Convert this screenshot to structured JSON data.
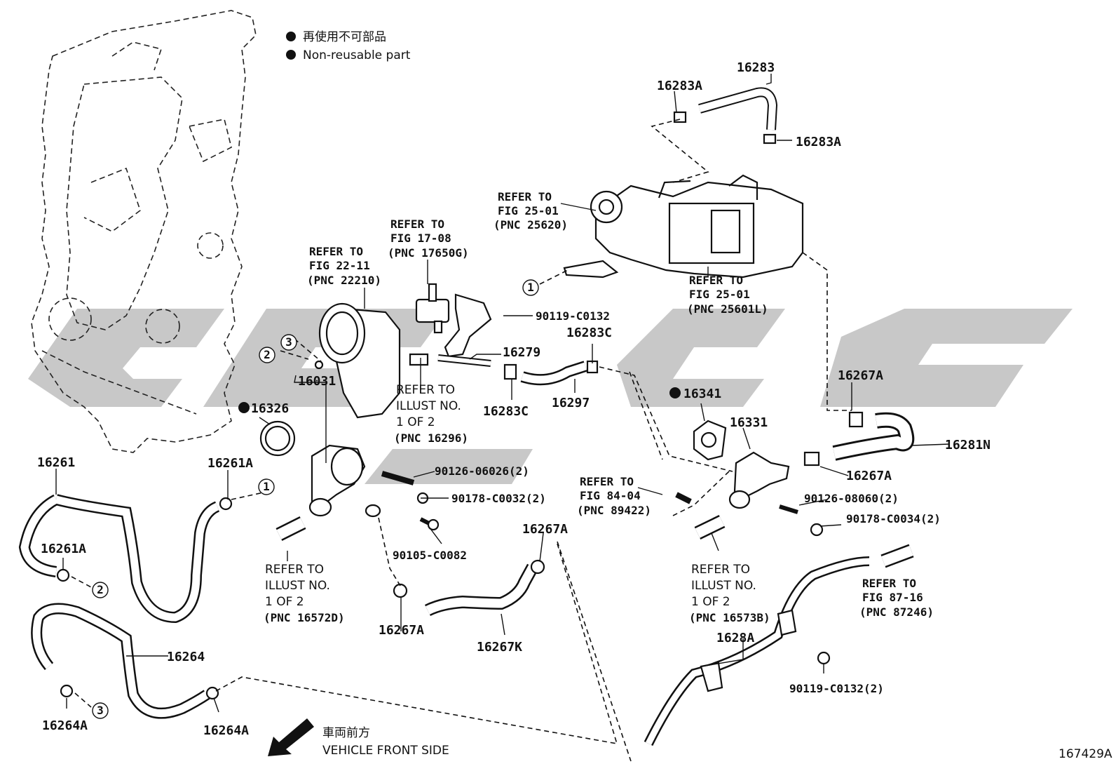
{
  "legend": {
    "non_reusable_jp": "再使用不可部品",
    "non_reusable_en": "Non-reusable part"
  },
  "direction": {
    "jp": "車両前方",
    "en": "VEHICLE FRONT SIDE"
  },
  "illustration_id": "167429A",
  "parts": {
    "p16283": "16283",
    "p16283A_1": "16283A",
    "p16283A_2": "16283A",
    "p16283C_1": "16283C",
    "p16283C_2": "16283C",
    "p16279": "16279",
    "p16297": "16297",
    "p16341": "16341",
    "p16331": "16331",
    "p16267A_1": "16267A",
    "p16267A_2": "16267A",
    "p16267A_3": "16267A",
    "p16267A_4": "16267A",
    "p16281N": "16281N",
    "p16031": "16031",
    "p16326": "16326",
    "p16261": "16261",
    "p16261A_1": "16261A",
    "p16261A_2": "16261A",
    "p16264": "16264",
    "p16264A_1": "16264A",
    "p16264A_2": "16264A",
    "p16267K": "16267K",
    "p1628A": "1628A",
    "b90119_C0132": "90119-C0132",
    "b90126_06026": "90126-06026(2)",
    "b90178_C0032": "90178-C0032(2)",
    "b90105_C0082": "90105-C0082",
    "b90126_08060": "90126-08060(2)",
    "b90178_C0034": "90178-C0034(2)",
    "b90119_C0132_2": "90119-C0132(2)"
  },
  "refs": {
    "fig25_01_a": {
      "l1": "REFER TO",
      "l2": "FIG 25-01",
      "l3": "(PNC 25620)"
    },
    "fig17_08": {
      "l1": "REFER TO",
      "l2": "FIG 17-08",
      "l3": "(PNC 17650G)"
    },
    "fig22_11": {
      "l1": "REFER TO",
      "l2": "FIG 22-11",
      "l3": "(PNC 22210)"
    },
    "fig25_01_b": {
      "l1": "REFER TO",
      "l2": "FIG 25-01",
      "l3": "(PNC 25601L)"
    },
    "illust_16296": {
      "l1": "REFER TO",
      "l2": "ILLUST NO.",
      "l3": "1 OF 2",
      "l4": "(PNC 16296)"
    },
    "fig84_04": {
      "l1": "REFER TO",
      "l2": "FIG 84-04",
      "l3": "(PNC 89422)"
    },
    "illust_16572D": {
      "l1": "REFER TO",
      "l2": "ILLUST NO.",
      "l3": "1 OF 2",
      "l4": "(PNC 16572D)"
    },
    "illust_16573B": {
      "l1": "REFER TO",
      "l2": "ILLUST NO.",
      "l3": "1 OF 2",
      "l4": "(PNC 16573B)"
    },
    "fig87_16": {
      "l1": "REFER TO",
      "l2": "FIG 87-16",
      "l3": "(PNC 87246)"
    }
  },
  "callouts": {
    "c1": "1",
    "c2": "2",
    "c3": "3"
  }
}
